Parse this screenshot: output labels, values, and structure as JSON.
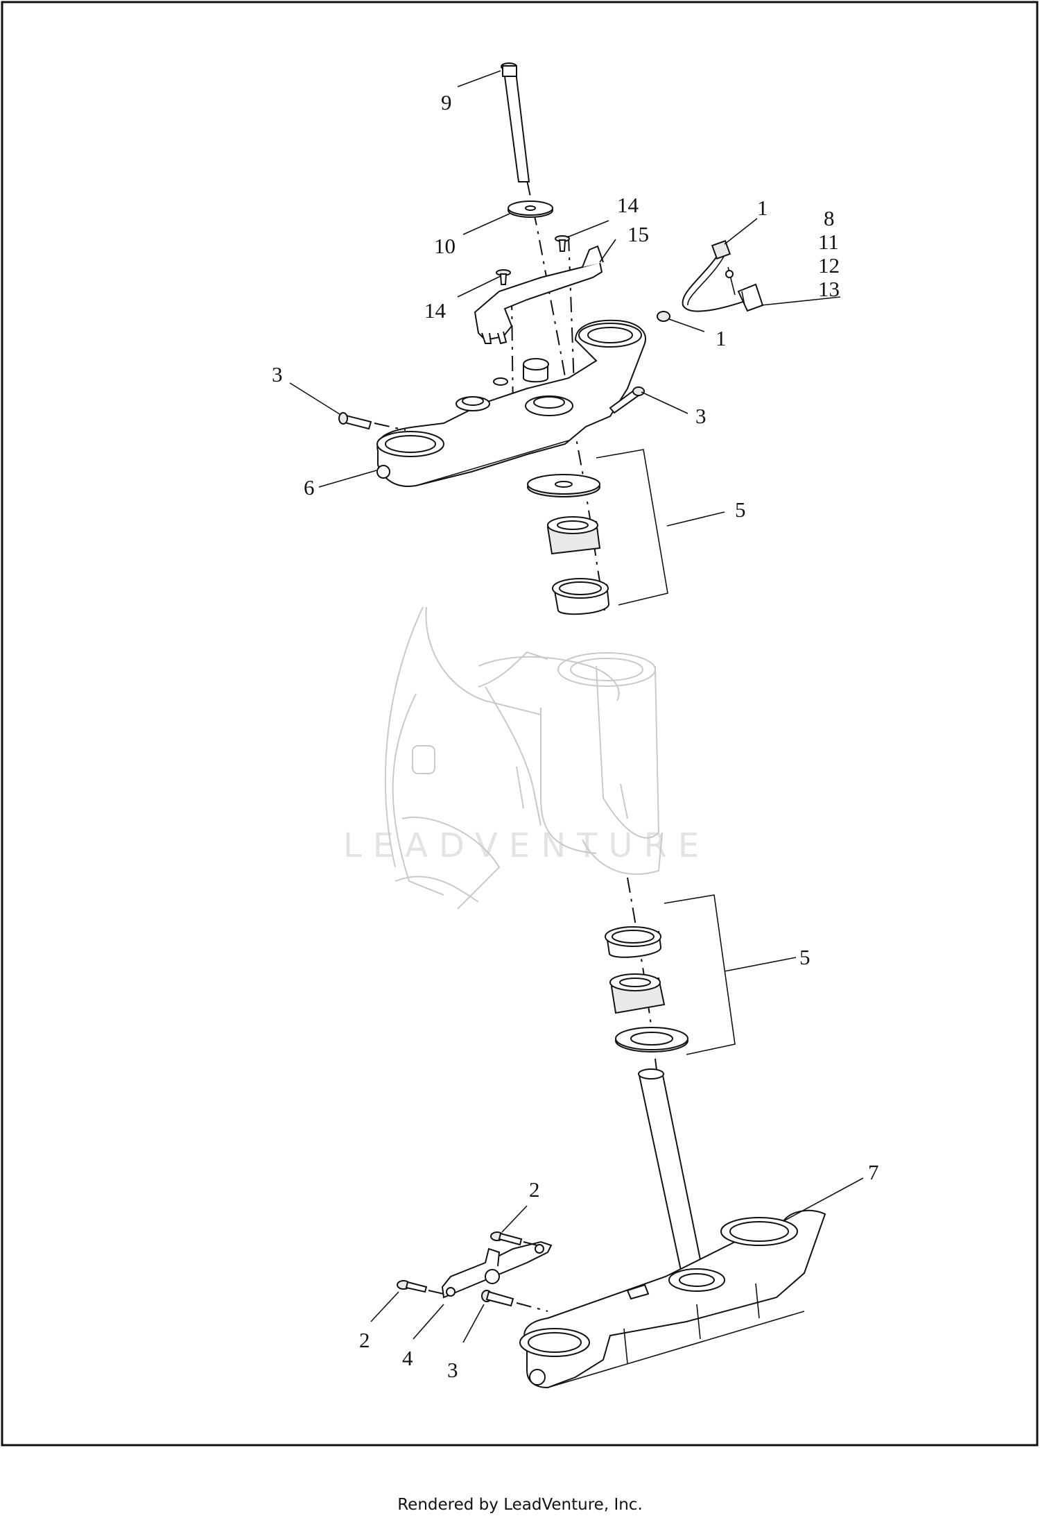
{
  "watermark": "LEADVENTURE",
  "footer": "Rendered by LeadVenture, Inc.",
  "callouts": [
    {
      "id": "c9",
      "text": "9"
    },
    {
      "id": "c10",
      "text": "10"
    },
    {
      "id": "c14a",
      "text": "14"
    },
    {
      "id": "c14b",
      "text": "14"
    },
    {
      "id": "c15",
      "text": "15"
    },
    {
      "id": "c1a",
      "text": "1"
    },
    {
      "id": "c1b",
      "text": "1"
    },
    {
      "id": "c8",
      "text": "8"
    },
    {
      "id": "c11",
      "text": "11"
    },
    {
      "id": "c12",
      "text": "12"
    },
    {
      "id": "c13",
      "text": "13"
    },
    {
      "id": "c3a",
      "text": "3"
    },
    {
      "id": "c3b",
      "text": "3"
    },
    {
      "id": "c6",
      "text": "6"
    },
    {
      "id": "c5a",
      "text": "5"
    },
    {
      "id": "c5b",
      "text": "5"
    },
    {
      "id": "c7",
      "text": "7"
    },
    {
      "id": "c2a",
      "text": "2"
    },
    {
      "id": "c2b",
      "text": "2"
    },
    {
      "id": "c4",
      "text": "4"
    },
    {
      "id": "c3c",
      "text": "3"
    }
  ]
}
